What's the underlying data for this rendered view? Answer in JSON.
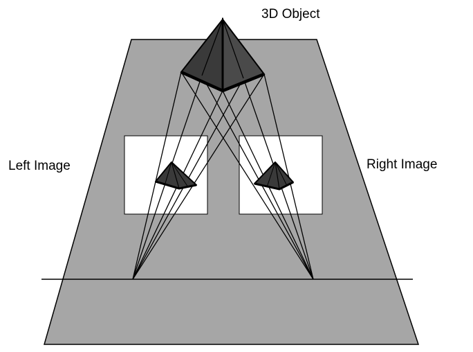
{
  "diagram": {
    "labels": {
      "object": "3D Object",
      "left_image": "Left Image",
      "right_image": "Right Image"
    },
    "colors": {
      "ground_plane": "#a6a6a6",
      "pyramid_fill": "#404040",
      "image_frame": "#ffffff",
      "lines": "#000000"
    }
  }
}
